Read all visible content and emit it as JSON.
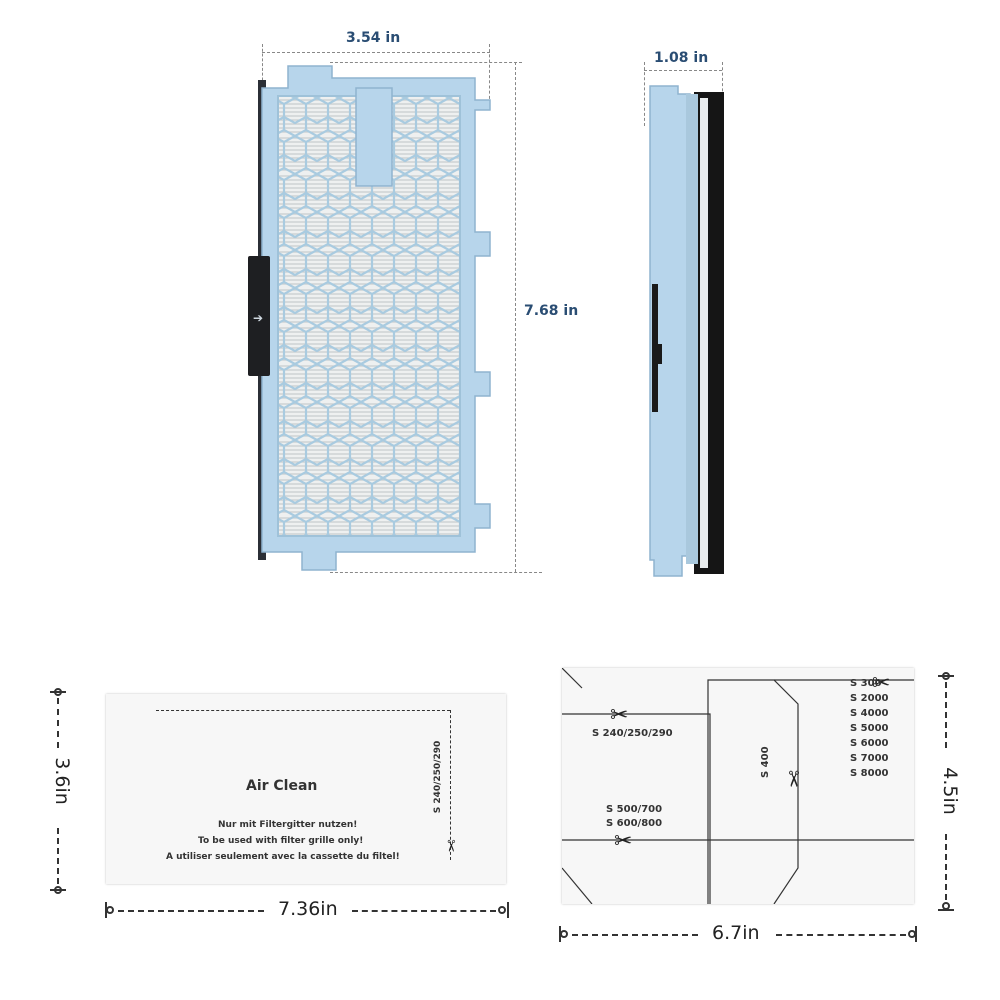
{
  "top": {
    "width_label": "3.54 in",
    "height_label": "7.68 in",
    "depth_label": "1.08 in"
  },
  "left_sheet": {
    "title": "Air Clean",
    "line1": "Nur mit Filtergitter nutzen!",
    "line2": "To be used with filter grille only!",
    "line3": "A utiliser seulement avec la cassette du filtel!",
    "model": "S 240/250/290",
    "height_label": "3.6in",
    "width_label": "7.36in"
  },
  "right_sheet": {
    "model_a": "S 240/250/290",
    "model_b1": "S 500/700",
    "model_b2": "S 600/800",
    "model_c": "S 400",
    "models_d": [
      "S 300",
      "S 2000",
      "S 4000",
      "S 5000",
      "S 6000",
      "S 7000",
      "S 8000"
    ],
    "height_label": "4.5in",
    "width_label": "6.7in"
  },
  "colors": {
    "frame_blue": "#b7d5eb",
    "frame_border": "#8fb3cf",
    "seal_black": "#1a1a1a",
    "media_white": "#f2f2f2"
  },
  "icons": [
    "scissors-icon",
    "arrow-icon"
  ]
}
